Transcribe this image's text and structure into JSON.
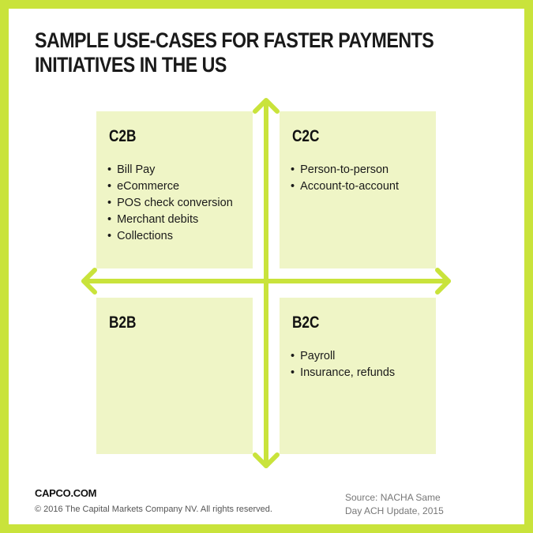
{
  "title": {
    "line1": "SAMPLE USE-CASES FOR FASTER PAYMENTS",
    "line2": "INITIATIVES IN THE US"
  },
  "quadrants": {
    "c2b": {
      "label": "C2B",
      "items": [
        "Bill Pay",
        "eCommerce",
        "POS check conversion",
        "Merchant debits",
        "Collections"
      ]
    },
    "c2c": {
      "label": "C2C",
      "items": [
        "Person-to-person",
        "Account-to-account"
      ]
    },
    "b2b": {
      "label": "B2B",
      "items": []
    },
    "b2c": {
      "label": "B2C",
      "items": [
        "Payroll",
        "Insurance, refunds"
      ]
    }
  },
  "footer": {
    "brand": "CAPCO.COM",
    "copyright": "© 2016 The Capital Markets Company NV. All rights reserved.",
    "source_line1": "Source: NACHA Same",
    "source_line2": "Day ACH Update, 2015"
  },
  "colors": {
    "accent": "#c9e33b",
    "quadrant_fill": "#eff5c6"
  }
}
